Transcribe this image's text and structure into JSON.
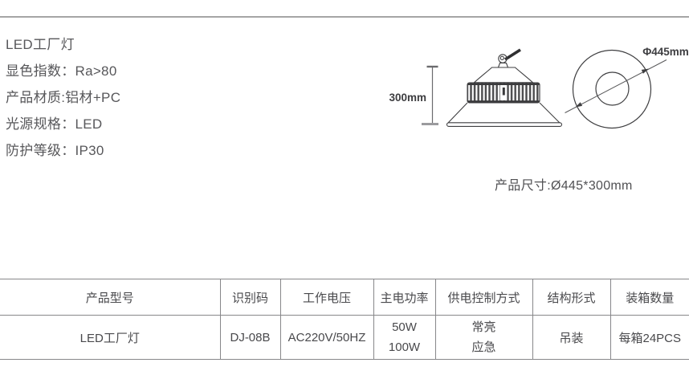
{
  "colors": {
    "divider": "#a5a5a5",
    "table_border": "#87878a",
    "spec_text": "#57575a",
    "table_text": "#49494c",
    "line_art": "#3f3f41"
  },
  "specs": {
    "title": "LED工厂灯",
    "items": [
      "显色指数：Ra>80",
      "产品材质:铝材+PC",
      "光源规格：LED",
      "防护等级：IP30"
    ]
  },
  "diagram": {
    "height_label": "300mm",
    "diameter_label": "Φ445mm",
    "size_caption": "产品尺寸:Ø445*300mm"
  },
  "table": {
    "headers": [
      "产品型号",
      "识别码",
      "工作电压",
      "主电功率",
      "供电控制方式",
      "结构形式",
      "装箱数量"
    ],
    "row": {
      "model": "LED工厂灯",
      "code": "DJ-08B",
      "voltage": "AC220V/50HZ",
      "power": [
        "50W",
        "100W"
      ],
      "control": [
        "常亮",
        "应急"
      ],
      "structure": "吊装",
      "packing": "每箱24PCS"
    }
  }
}
